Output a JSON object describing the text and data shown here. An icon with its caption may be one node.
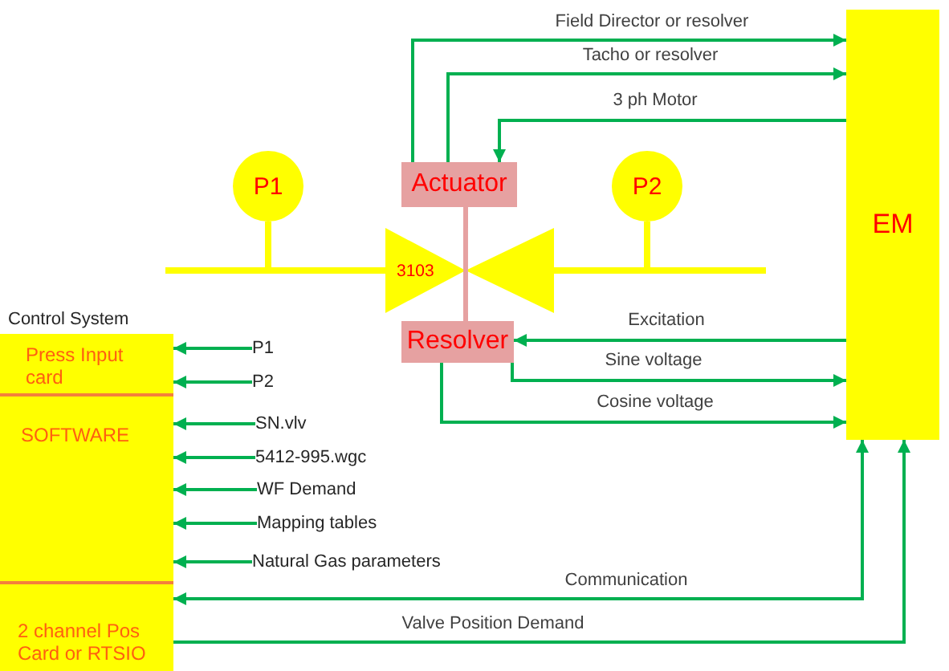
{
  "diagram": {
    "nodes": [
      {
        "text": [
          "P1"
        ]
      },
      {
        "text": [
          "Actuator"
        ]
      },
      {
        "text": [
          "P2"
        ]
      },
      {
        "text": [
          "EM"
        ]
      },
      {
        "text": [
          "3103"
        ]
      },
      {
        "text": [
          "Resolver"
        ]
      },
      {
        "text": [
          "Control System"
        ]
      },
      {
        "text": [
          "Press Input card"
        ],
        "in": 6
      },
      {
        "text": [
          "SOFTWARE"
        ],
        "in": 6
      },
      {
        "text": [
          "2 channel Pos Card or RTSIO"
        ],
        "in": 6
      },
      {
        "text": [
          "P1"
        ]
      },
      {
        "text": [
          "P2"
        ]
      },
      {
        "text": [
          "SN.vlv"
        ]
      },
      {
        "text": [
          "5412-995.wgc"
        ]
      },
      {
        "text": [
          "WF Demand"
        ]
      },
      {
        "text": [
          "Mapping tables"
        ]
      },
      {
        "text": [
          "Natural Gas parameters"
        ]
      }
    ],
    "edges": [
      {
        "from": 1,
        "to": 3,
        "arrow": "to",
        "label": "Field Director or resolver"
      },
      {
        "from": 1,
        "to": 3,
        "arrow": "to",
        "label": "Tacho or resolver"
      },
      {
        "from": 3,
        "to": 1,
        "arrow": "to",
        "label": "3 ph Motor"
      },
      {
        "from": 3,
        "to": 5,
        "arrow": "to",
        "label": "Excitation"
      },
      {
        "from": 5,
        "to": 3,
        "arrow": "to",
        "label": "Sine voltage"
      },
      {
        "from": 5,
        "to": 3,
        "arrow": "to",
        "label": "Cosine voltage"
      },
      {
        "from": 10,
        "to": 7,
        "arrow": "to"
      },
      {
        "from": 11,
        "to": 7,
        "arrow": "to"
      },
      {
        "from": 12,
        "to": 8,
        "arrow": "to"
      },
      {
        "from": 13,
        "to": 8,
        "arrow": "to"
      },
      {
        "from": 14,
        "to": 8,
        "arrow": "to"
      },
      {
        "from": 15,
        "to": 8,
        "arrow": "to"
      },
      {
        "from": 16,
        "to": 8,
        "arrow": "to"
      },
      {
        "from": 3,
        "to": 9,
        "arrow": "both",
        "label": "Communication"
      },
      {
        "from": 9,
        "to": 3,
        "arrow": "to",
        "label": "Valve Position Demand"
      },
      {
        "from": 1,
        "to": 4,
        "arrow": "none",
        "color": "#e6a1a1"
      },
      {
        "from": 4,
        "to": 5,
        "arrow": "none",
        "color": "#e6a1a1"
      },
      {
        "from": 0,
        "to": 4,
        "arrow": "none",
        "style": "thick",
        "color": "#ffff00"
      },
      {
        "from": 4,
        "to": 2,
        "arrow": "none",
        "style": "thick",
        "color": "#ffff00"
      }
    ]
  }
}
